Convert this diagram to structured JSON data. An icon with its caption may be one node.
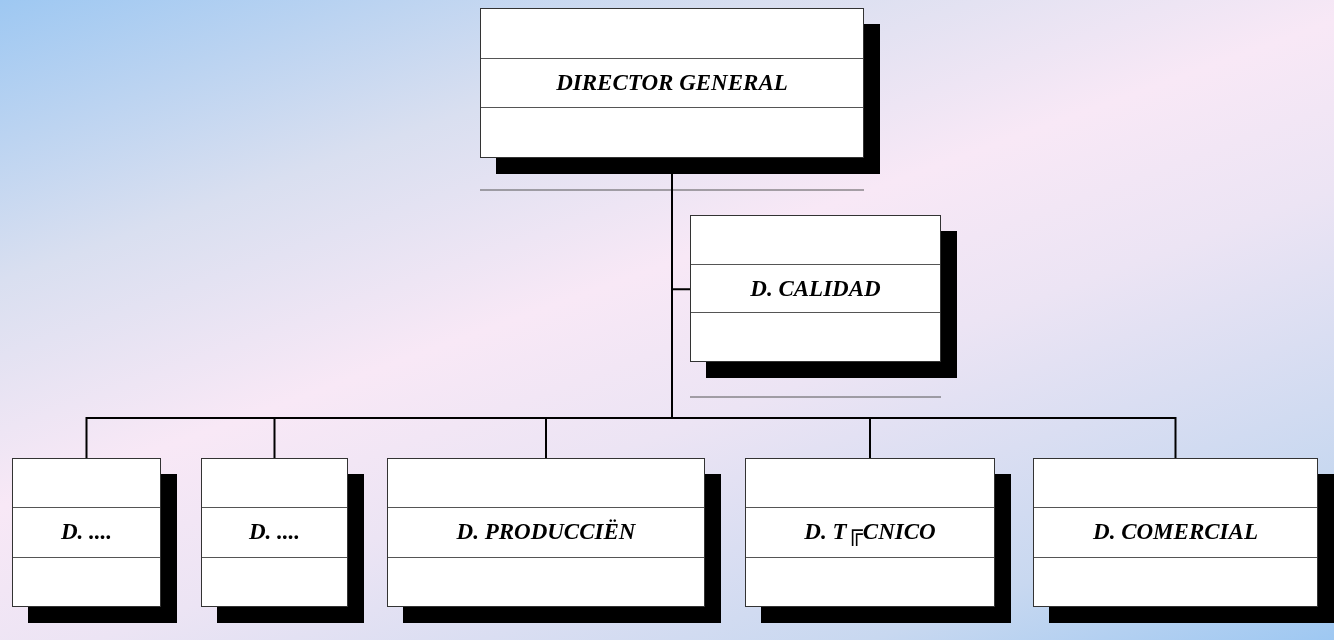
{
  "diagram": {
    "nodes": [
      {
        "text": [
          "DIRECTOR GENERAL"
        ]
      },
      {
        "text": [
          "D. CALIDAD"
        ]
      },
      {
        "text": [
          "D. ...."
        ]
      },
      {
        "text": [
          "D. ...."
        ]
      },
      {
        "text": [
          "D. PRODUCCIËN"
        ]
      },
      {
        "text": [
          "D. T╔CNICO"
        ]
      },
      {
        "text": [
          "D. COMERCIAL"
        ]
      }
    ],
    "edges": [
      {
        "from": 0,
        "to": 1,
        "arrow": "none"
      },
      {
        "from": 0,
        "to": 2,
        "arrow": "none"
      },
      {
        "from": 0,
        "to": 3,
        "arrow": "none"
      },
      {
        "from": 0,
        "to": 4,
        "arrow": "none"
      },
      {
        "from": 0,
        "to": 5,
        "arrow": "none"
      },
      {
        "from": 0,
        "to": 6,
        "arrow": "none"
      }
    ]
  }
}
